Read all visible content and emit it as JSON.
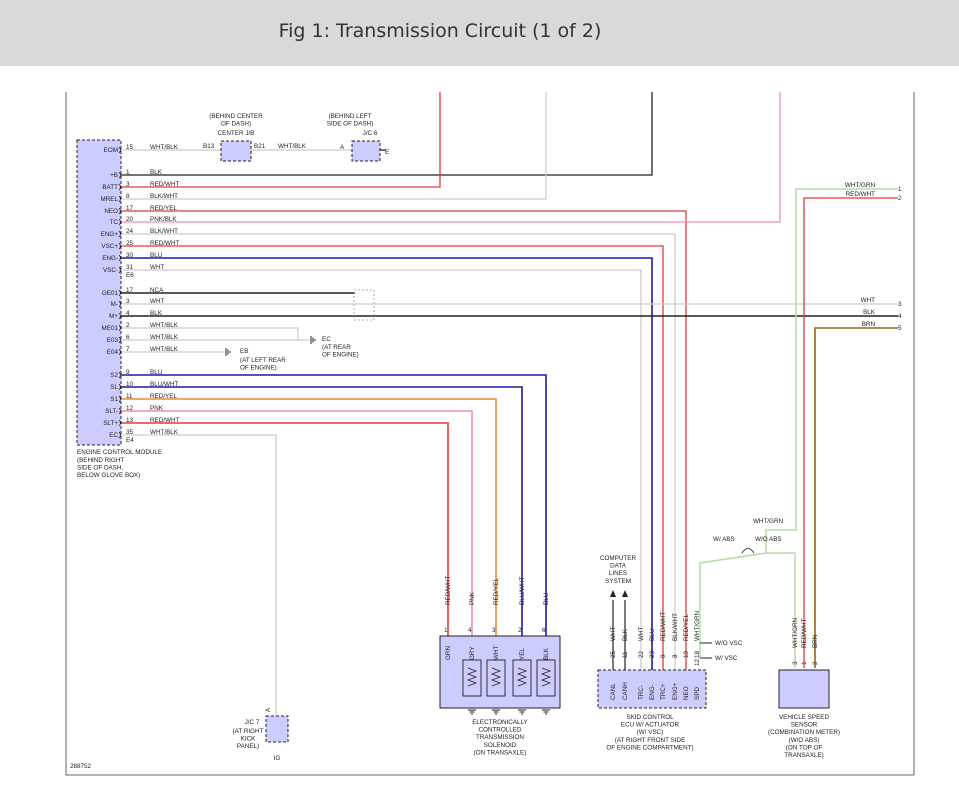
{
  "title": "Fig 1: Transmission Circuit (1 of 2)",
  "figure_number": "288752",
  "colors": {
    "header_bg": "#d9d9d9",
    "box_fill": "#ccccff",
    "frame": "#666666",
    "BLK": "#222222",
    "WHT": "#cccccc",
    "RED": "#e23a3a",
    "PNK": "#f08cb4",
    "YEL": "#e6c21e",
    "BLU": "#1a1aa8",
    "GRN": "#3aa83a",
    "BRN": "#8b6914",
    "ORG": "#e88a3a",
    "LGRN": "#b8dca8"
  },
  "ecm": {
    "name": "ENGINE CONTROL MODULE",
    "location": [
      "(BEHIND RIGHT",
      "SIDE OF DASH,",
      "BELOW GLOVE BOX)"
    ],
    "connector_e6": "E6",
    "connector_e4": "E4",
    "pins": [
      {
        "label": "EOM",
        "num": "15",
        "wire": "WHT/BLK"
      },
      {
        "label": "+B",
        "num": "1",
        "wire": "BLK"
      },
      {
        "label": "BATT",
        "num": "3",
        "wire": "RED/WHT"
      },
      {
        "label": "MREL",
        "num": "8",
        "wire": "BLK/WHT"
      },
      {
        "label": "NEO",
        "num": "17",
        "wire": "RED/YEL"
      },
      {
        "label": "TC",
        "num": "20",
        "wire": "PNK/BLK"
      },
      {
        "label": "ENG+",
        "num": "24",
        "wire": "BLK/WHT"
      },
      {
        "label": "VSC+",
        "num": "25",
        "wire": "RED/WHT"
      },
      {
        "label": "ENG-",
        "num": "30",
        "wire": "BLU"
      },
      {
        "label": "VSC-",
        "num": "31",
        "wire": "WHT"
      },
      {
        "label": "GE01",
        "num": "17",
        "wire": "NCA"
      },
      {
        "label": "M-",
        "num": "3",
        "wire": "WHT"
      },
      {
        "label": "M+",
        "num": "4",
        "wire": "BLK"
      },
      {
        "label": "ME01",
        "num": "2",
        "wire": "WHT/BLK"
      },
      {
        "label": "E03",
        "num": "6",
        "wire": "WHT/BLK"
      },
      {
        "label": "E04",
        "num": "7",
        "wire": "WHT/BLK"
      },
      {
        "label": "S2",
        "num": "9",
        "wire": "BLU"
      },
      {
        "label": "SL",
        "num": "10",
        "wire": "BLU/WHT"
      },
      {
        "label": "S1",
        "num": "11",
        "wire": "RED/YEL"
      },
      {
        "label": "SLT-",
        "num": "12",
        "wire": "PNK"
      },
      {
        "label": "SLT+",
        "num": "13",
        "wire": "RED/WHT"
      },
      {
        "label": "EC",
        "num": "35",
        "wire": "WHT/BLK"
      }
    ]
  },
  "junction_center": {
    "note": [
      "(BEHIND CENTER",
      "OF DASH)"
    ],
    "name": "CENTER J/B",
    "pin_left": "B13",
    "pin_right": "B21",
    "wire_out": "WHT/BLK"
  },
  "junction_jc6": {
    "note": [
      "(BEHIND LEFT",
      "SIDE OF DASH)"
    ],
    "name": "J/C 6",
    "pin_a": "A",
    "pin_e": "E"
  },
  "ground_ec": {
    "label": "EC",
    "note": [
      "(AT REAR",
      "OF ENGINE)"
    ]
  },
  "ground_eb": {
    "label": "EB",
    "note": [
      "(AT LEFT REAR",
      "OF ENGINE)"
    ]
  },
  "right_connector": {
    "pins": [
      {
        "num": "1",
        "wire": "WHT/GRN"
      },
      {
        "num": "2",
        "wire": "RED/WHT"
      },
      {
        "num": "3",
        "wire": "WHT"
      },
      {
        "num": "4",
        "wire": "BLK"
      },
      {
        "num": "5",
        "wire": "BRN"
      }
    ]
  },
  "solenoid": {
    "name": [
      "ELECTRONICALLY",
      "CONTROLLED",
      "TRANSMISSION",
      "SOLENOID",
      "(ON TRANSAXLE)"
    ],
    "wires": [
      "RED/WHT",
      "PNK",
      "RED/YEL",
      "BLU/WHT",
      "BLU"
    ],
    "pins": [
      "1",
      "4",
      "3",
      "2",
      "6"
    ],
    "colors": [
      "GRN",
      "GRY",
      "WHT",
      "YEL",
      "BLK"
    ]
  },
  "skid_ecu": {
    "name": [
      "SKID CONTROL",
      "ECU W/ ACTUATOR",
      "(W/ VSC)",
      "(AT RIGHT FRONT SIDE",
      "OF ENGINE COMPARTMENT)"
    ],
    "data_lines": [
      "COMPUTER",
      "DATA",
      "LINES",
      "SYSTEM"
    ],
    "pins": [
      {
        "label": "CANL",
        "num": "25",
        "wire": "WHT"
      },
      {
        "label": "CANH",
        "num": "11",
        "wire": "BLK"
      },
      {
        "label": "TRC-",
        "num": "22",
        "wire": "WHT"
      },
      {
        "label": "ENG-",
        "num": "23",
        "wire": "BLU"
      },
      {
        "label": "TRC+",
        "num": "9",
        "wire": "RED/WHT"
      },
      {
        "label": "ENG+",
        "num": "8",
        "wire": "BLK/WHT"
      },
      {
        "label": "NEO",
        "num": "19",
        "wire": "RED/YEL"
      },
      {
        "label": "SPD",
        "num": "18",
        "wire": "WHT/GRN"
      }
    ],
    "spd_alt_num": "12",
    "wo_vsc": "W/O VSC",
    "w_vsc": "W/ VSC"
  },
  "abs_split": {
    "w_abs": "W/ ABS",
    "wo_abs": "W/O ABS",
    "wire": "WHT/GRN"
  },
  "speed_sensor": {
    "name": [
      "VEHICLE SPEED",
      "SENSOR",
      "(COMBINATION METER)",
      "(W/O ABS)",
      "(ON TOP OF",
      "TRANSAXLE)"
    ],
    "pins": [
      {
        "num": "3",
        "wire": "WHT/GRN"
      },
      {
        "num": "1",
        "wire": "RED/WHT"
      },
      {
        "num": "2",
        "wire": "BRN"
      }
    ]
  },
  "jc7": {
    "name": "J/C 7",
    "note": [
      "(AT RIGHT",
      "KICK",
      "PANEL)"
    ],
    "pin_a": "A",
    "pin_bottom": "IG"
  }
}
